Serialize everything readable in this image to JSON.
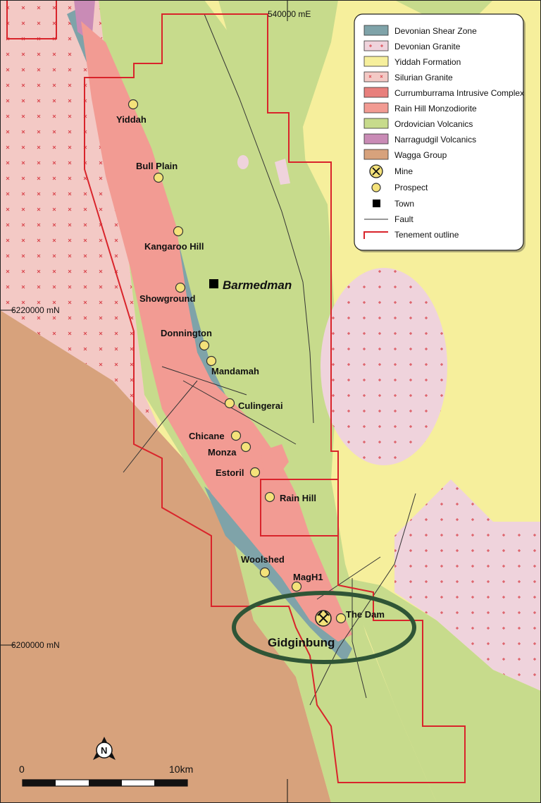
{
  "colors": {
    "devonian_shear_zone": "#7fa3a9",
    "devonian_granite": "#efd3dc",
    "yiddah_formation": "#f6ef9c",
    "silurian_granite": "#f3c9c5",
    "currumburrama": "#e87f7c",
    "rain_hill_monzodiorite": "#f29b93",
    "ordovician_volcanics": "#c7db8c",
    "narragudgil_volcanics": "#c98bb6",
    "wagga_group": "#d7a27c",
    "tenement": "#d9242b",
    "fault": "#333333",
    "ellipse": "#2f5536",
    "prospect": "#f4e27a"
  },
  "grid": {
    "easting": "540000 mE",
    "northing_top": "6220000 mN",
    "northing_bottom": "6200000 mN"
  },
  "town": {
    "name": "Barmedman"
  },
  "mine": {
    "name": "Gidginbung"
  },
  "prospects": [
    {
      "name": "Yiddah"
    },
    {
      "name": "Bull Plain"
    },
    {
      "name": "Kangaroo Hill"
    },
    {
      "name": "Showground"
    },
    {
      "name": "Donnington"
    },
    {
      "name": "Mandamah"
    },
    {
      "name": "Culingerai"
    },
    {
      "name": "Chicane"
    },
    {
      "name": "Monza"
    },
    {
      "name": "Estoril"
    },
    {
      "name": "Rain Hill"
    },
    {
      "name": "Woolshed"
    },
    {
      "name": "MagH1"
    },
    {
      "name": "The Dam"
    }
  ],
  "legend": {
    "units": [
      {
        "label": "Devonian Shear Zone",
        "icon": "swatch"
      },
      {
        "label": "Devonian Granite",
        "icon": "swatch-crosses"
      },
      {
        "label": "Yiddah Formation",
        "icon": "swatch"
      },
      {
        "label": "Silurian Granite",
        "icon": "swatch-crosses"
      },
      {
        "label": "Currumburrama Intrusive Complex",
        "icon": "swatch"
      },
      {
        "label": "Rain Hill Monzodiorite",
        "icon": "swatch"
      },
      {
        "label": "Ordovician Volcanics",
        "icon": "swatch"
      },
      {
        "label": "Narragudgil Volcanics",
        "icon": "swatch"
      },
      {
        "label": "Wagga Group",
        "icon": "swatch"
      }
    ],
    "symbols": [
      {
        "label": "Mine",
        "icon": "mine-icon"
      },
      {
        "label": "Prospect",
        "icon": "prospect-icon"
      },
      {
        "label": "Town",
        "icon": "town-icon"
      },
      {
        "label": "Fault",
        "icon": "fault-line"
      },
      {
        "label": "Tenement outline",
        "icon": "tenement-line"
      }
    ]
  },
  "scale": {
    "start": "0",
    "end": "10km"
  },
  "north": {
    "letter": "N"
  }
}
